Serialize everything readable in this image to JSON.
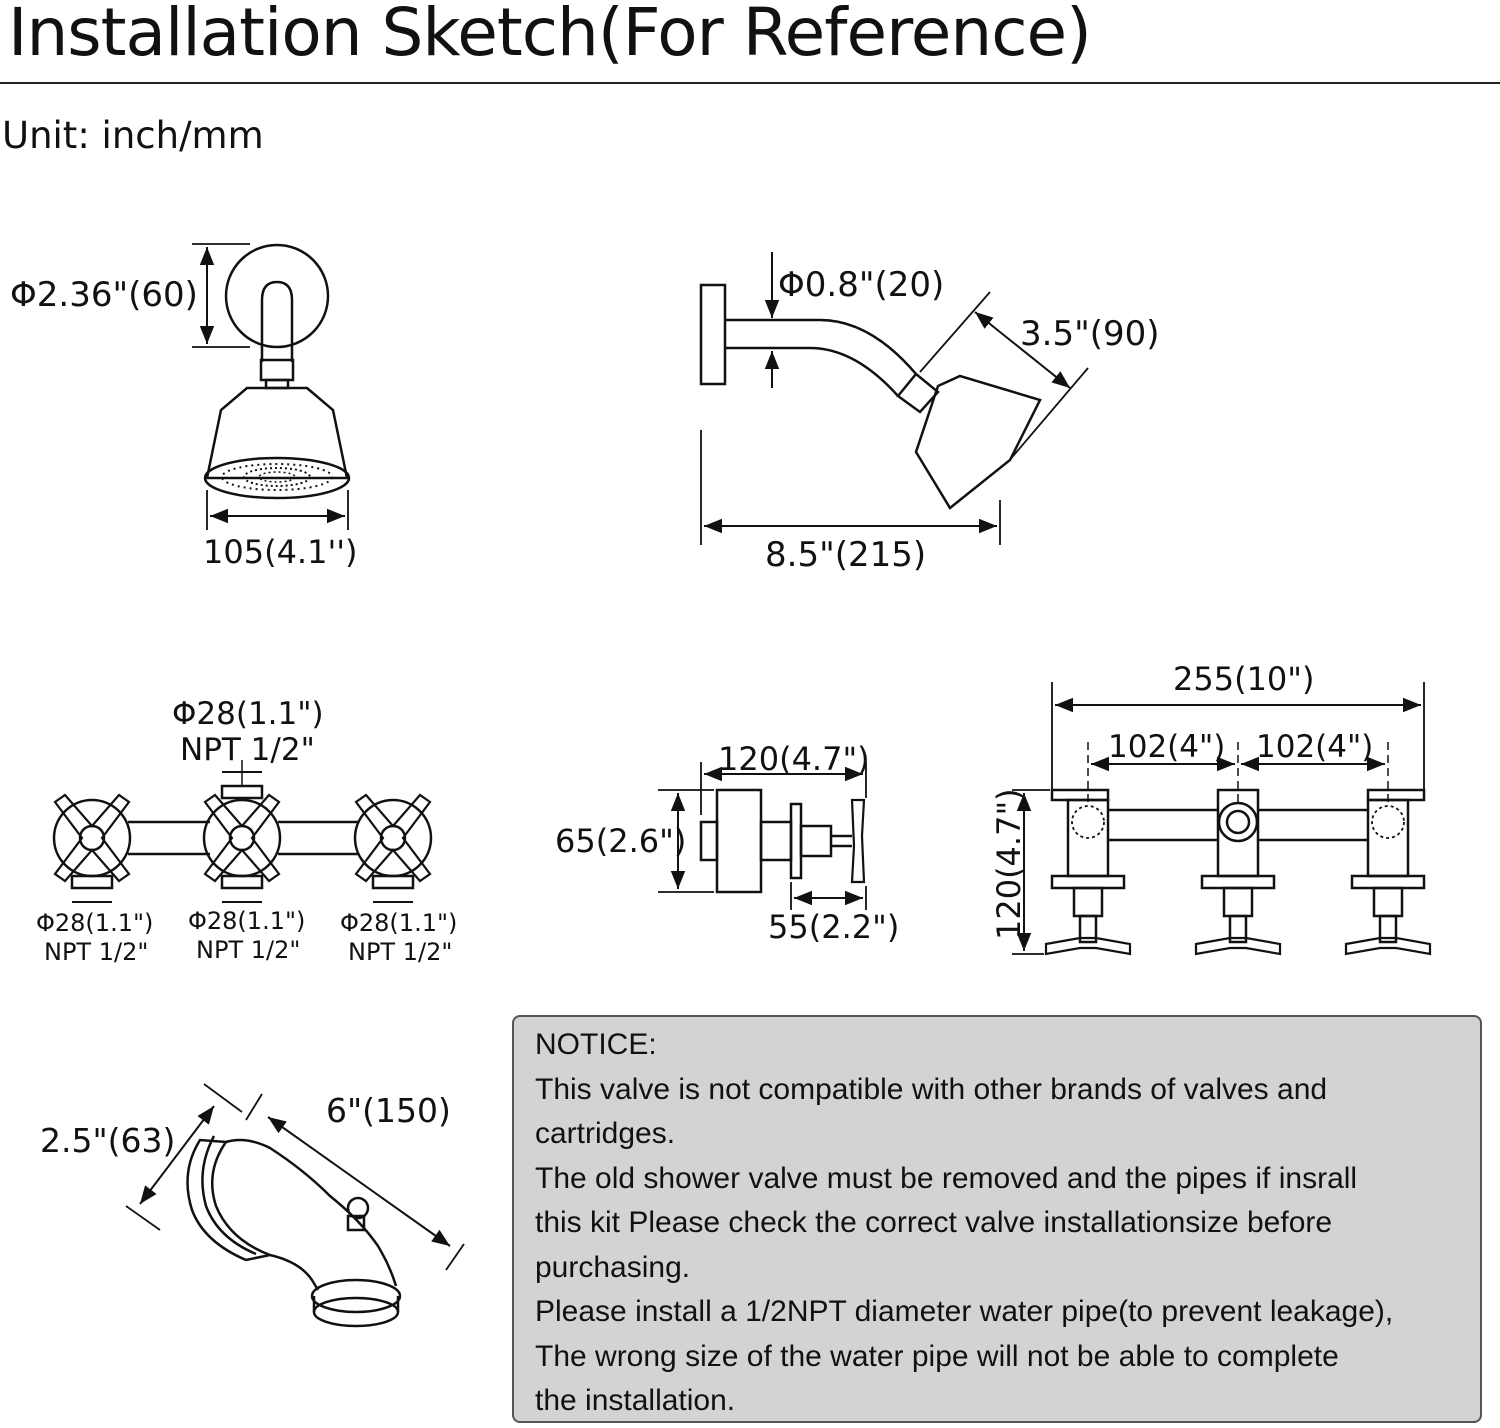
{
  "title": "Installation Sketch(For Reference)",
  "unit": "Unit: inch/mm",
  "dimensions": {
    "flange_dia": "Φ2.36\"(60)",
    "head_width": "105(4.1'')",
    "arm_dia": "Φ0.8\"(20)",
    "head_face": "3.5\"(90)",
    "arm_reach": "8.5\"(215)",
    "top_pipe": "Φ28(1.1\")",
    "top_npt": "NPT 1/2\"",
    "valve_left_dia": "Φ28(1.1\")",
    "valve_left_npt": "NPT 1/2\"",
    "valve_mid_dia": "Φ28(1.1\")",
    "valve_mid_npt": "NPT 1/2\"",
    "valve_right_dia": "Φ28(1.1\")",
    "valve_right_npt": "NPT 1/2\"",
    "side_depth": "120(4.7\")",
    "side_height": "65(2.6\")",
    "side_handle": "55(2.2\")",
    "total_width": "255(10\")",
    "spacing_left": "102(4\")",
    "spacing_right": "102(4\")",
    "front_height": "120(4.7\")",
    "spout_height": "2.5\"(63)",
    "spout_length": "6\"(150)"
  },
  "notice": {
    "heading": "NOTICE:",
    "lines": [
      "This valve is not compatible with other brands of valves and",
      "cartridges.",
      "The old shower valve must be removed and the pipes if insrall",
      "this kit Please check the correct valve installationsize before",
      "purchasing.",
      "Please install a 1/2NPT diameter water pipe(to prevent leakage),",
      "The wrong size of the water pipe will not be able to complete",
      "the installation."
    ]
  }
}
